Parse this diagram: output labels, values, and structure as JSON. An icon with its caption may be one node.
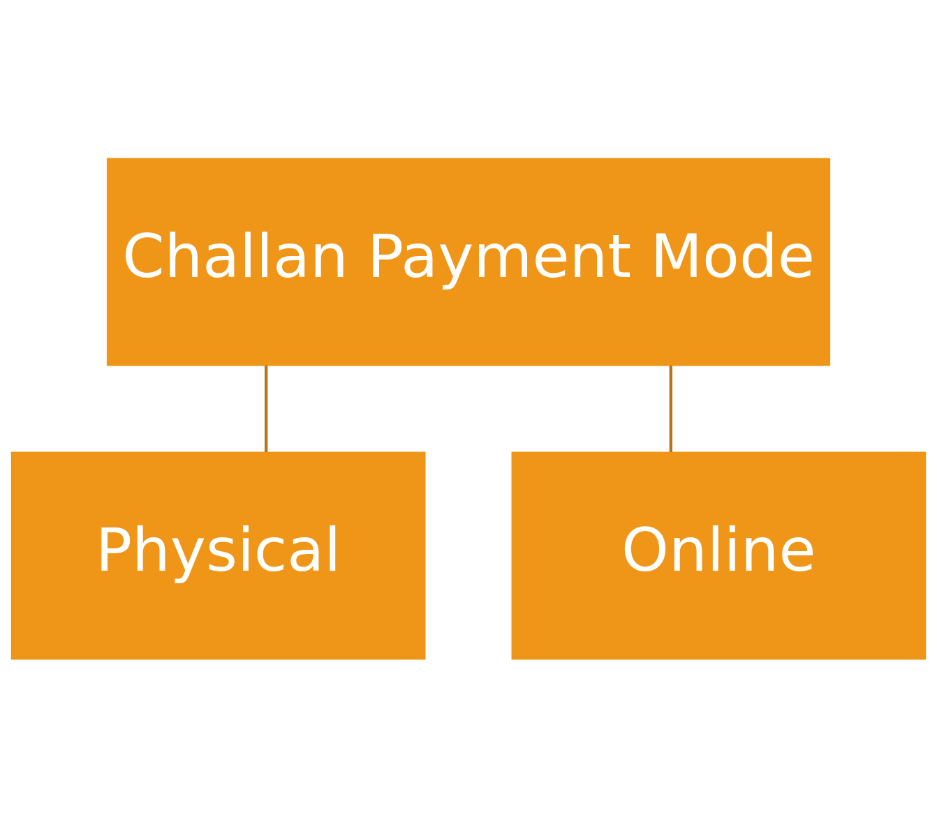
{
  "diagram": {
    "nodes": [
      {
        "text": [
          "Challan Payment Mode"
        ]
      },
      {
        "text": [
          "Physical"
        ]
      },
      {
        "text": [
          "Online"
        ]
      }
    ],
    "edges": [
      {
        "from": 0,
        "to": 1,
        "arrow": "none"
      },
      {
        "from": 0,
        "to": 2,
        "arrow": "none"
      }
    ]
  }
}
